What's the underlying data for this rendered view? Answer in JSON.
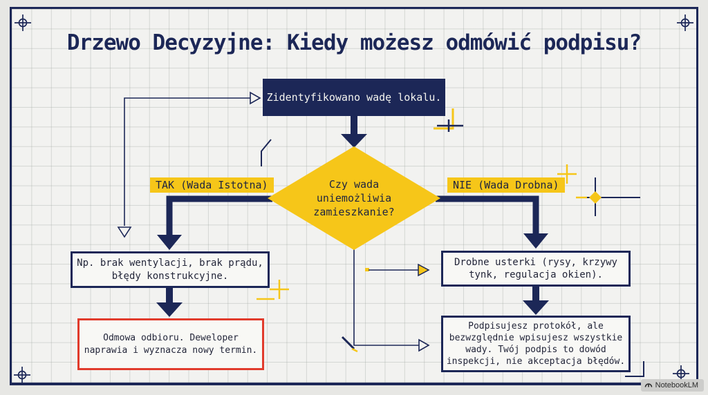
{
  "title": "Drzewo Decyzyjne: Kiedy możesz odmówić podpisu?",
  "flowchart": {
    "start_node": "Zidentyfikowano wadę lokalu.",
    "decision_node": "Czy wada uniemożliwia zamieszkanie?",
    "yes_branch": {
      "label": "TAK (Wada Istotna)",
      "examples": "Np. brak wentylacji, brak prądu, błędy konstrukcyjne.",
      "outcome": "Odmowa odbioru. Deweloper naprawia i wyznacza nowy termin."
    },
    "no_branch": {
      "label": "NIE (Wada Drobna)",
      "examples": "Drobne usterki (rysy, krzywy tynk, regulacja okien).",
      "outcome": "Podpisujesz protokół, ale bezwzględnie wpisujesz wszystkie wady. Twój podpis to dowód inspekcji, nie akceptacja błędów."
    }
  },
  "watermark": {
    "brand": "NotebookLM"
  },
  "colors": {
    "navy": "#1c2757",
    "yellow": "#f6c619",
    "red": "#e13b2c",
    "paper": "#f2f2f0",
    "card": "#f8f8f5"
  }
}
